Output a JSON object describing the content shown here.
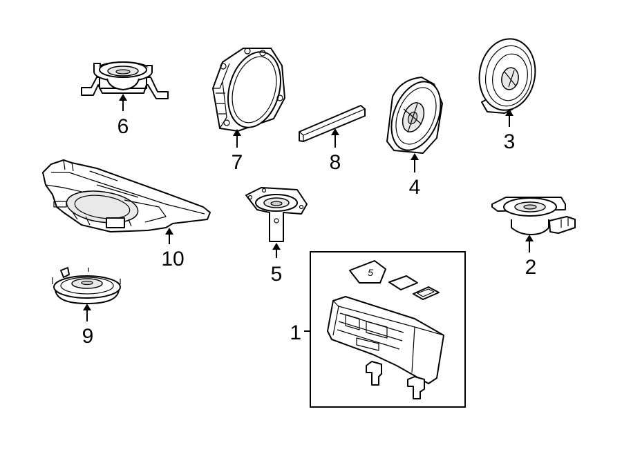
{
  "diagram": {
    "parts": [
      {
        "id": "part-1",
        "label": "1"
      },
      {
        "id": "part-2",
        "label": "2"
      },
      {
        "id": "part-3",
        "label": "3"
      },
      {
        "id": "part-4",
        "label": "4"
      },
      {
        "id": "part-5",
        "label": "5"
      },
      {
        "id": "part-6",
        "label": "6"
      },
      {
        "id": "part-7",
        "label": "7"
      },
      {
        "id": "part-8",
        "label": "8"
      },
      {
        "id": "part-9",
        "label": "9"
      },
      {
        "id": "part-10",
        "label": "10"
      }
    ],
    "amp_tag_text": "5"
  }
}
